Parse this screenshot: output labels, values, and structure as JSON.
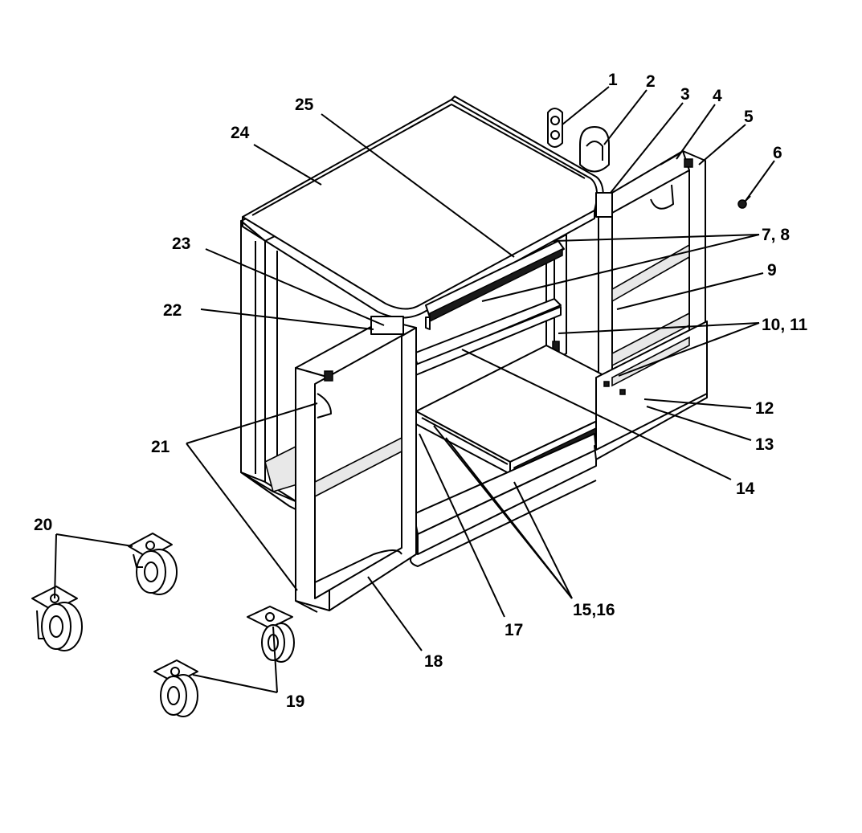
{
  "callouts": [
    {
      "id": "1",
      "text": "1"
    },
    {
      "id": "2",
      "text": "2"
    },
    {
      "id": "3",
      "text": "3"
    },
    {
      "id": "4",
      "text": "4"
    },
    {
      "id": "5",
      "text": "5"
    },
    {
      "id": "6",
      "text": "6"
    },
    {
      "id": "7-8",
      "text": "7, 8"
    },
    {
      "id": "9",
      "text": "9"
    },
    {
      "id": "10-11",
      "text": "10, 11"
    },
    {
      "id": "12",
      "text": "12"
    },
    {
      "id": "13",
      "text": "13"
    },
    {
      "id": "14",
      "text": "14"
    },
    {
      "id": "15-16",
      "text": "15,16"
    },
    {
      "id": "17",
      "text": "17"
    },
    {
      "id": "18",
      "text": "18"
    },
    {
      "id": "19",
      "text": "19"
    },
    {
      "id": "20",
      "text": "20"
    },
    {
      "id": "21",
      "text": "21"
    },
    {
      "id": "22",
      "text": "22"
    },
    {
      "id": "23",
      "text": "23"
    },
    {
      "id": "24",
      "text": "24"
    },
    {
      "id": "25",
      "text": "25"
    }
  ]
}
